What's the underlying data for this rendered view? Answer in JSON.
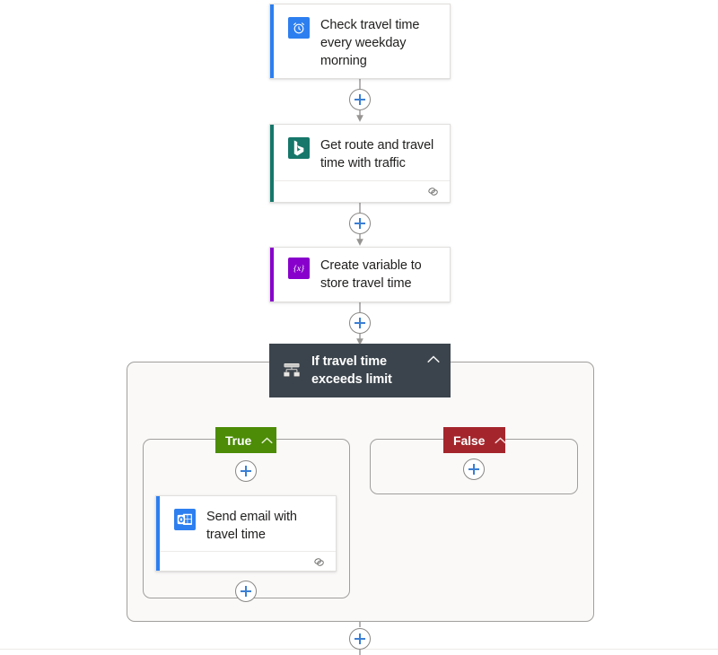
{
  "canvas": {
    "name": "flow-designer-canvas",
    "background": "#ffffff"
  },
  "colors": {
    "accent_blue": "#2d7ff0",
    "accent_teal": "#16776a",
    "accent_purple": "#8800cc",
    "condition_dark": "#3b444c",
    "true_green": "#4c8c06",
    "false_red": "#a4262c",
    "plus_blue": "#3b7fd4",
    "border_gray": "#a19f9d",
    "scope_background": "#faf9f8",
    "card_background": "#ffffff",
    "text_primary": "#201f1e"
  },
  "steps": [
    {
      "id": "trigger-recurrence",
      "title": "Check travel time every weekday morning",
      "icon": "alarm-clock-icon",
      "icon_background": "#2d7ff0",
      "accent": "#2d7ff0",
      "has_footer": false
    },
    {
      "id": "action-bing-maps",
      "title": "Get route and travel time with traffic",
      "icon": "bing-maps-icon",
      "icon_background": "#16776a",
      "accent": "#16776a",
      "has_footer": true,
      "footer_icon": "link-icon"
    },
    {
      "id": "action-initialize-variable",
      "title": "Create variable to store travel time",
      "icon": "variable-braces-icon",
      "icon_background": "#8800cc",
      "accent": "#8800cc",
      "has_footer": false
    }
  ],
  "condition": {
    "id": "condition-travel-time",
    "title": "If travel time exceeds limit",
    "icon": "condition-branch-icon",
    "collapse_icon": "chevron-up-icon",
    "background": "#3b444c",
    "branches": [
      {
        "id": "branch-true",
        "label": "True",
        "badge_color": "#4c8c06",
        "collapse_icon": "chevron-up-icon",
        "steps": [
          {
            "id": "action-send-email",
            "title": "Send email with travel time",
            "icon": "outlook-icon",
            "icon_background": "#2d7ff0",
            "accent": "#2d7ff0",
            "has_footer": true,
            "footer_icon": "link-icon"
          }
        ]
      },
      {
        "id": "branch-false",
        "label": "False",
        "badge_color": "#a4262c",
        "collapse_icon": "chevron-up-icon",
        "steps": []
      }
    ]
  },
  "add_buttons": [
    {
      "id": "add-step-after-trigger",
      "label": "+"
    },
    {
      "id": "add-step-after-bing-maps",
      "label": "+"
    },
    {
      "id": "add-step-after-variable",
      "label": "+"
    },
    {
      "id": "add-step-true-branch-top",
      "label": "+"
    },
    {
      "id": "add-step-true-branch-bottom",
      "label": "+"
    },
    {
      "id": "add-step-false-branch",
      "label": "+"
    },
    {
      "id": "add-step-after-condition",
      "label": "+"
    }
  ]
}
